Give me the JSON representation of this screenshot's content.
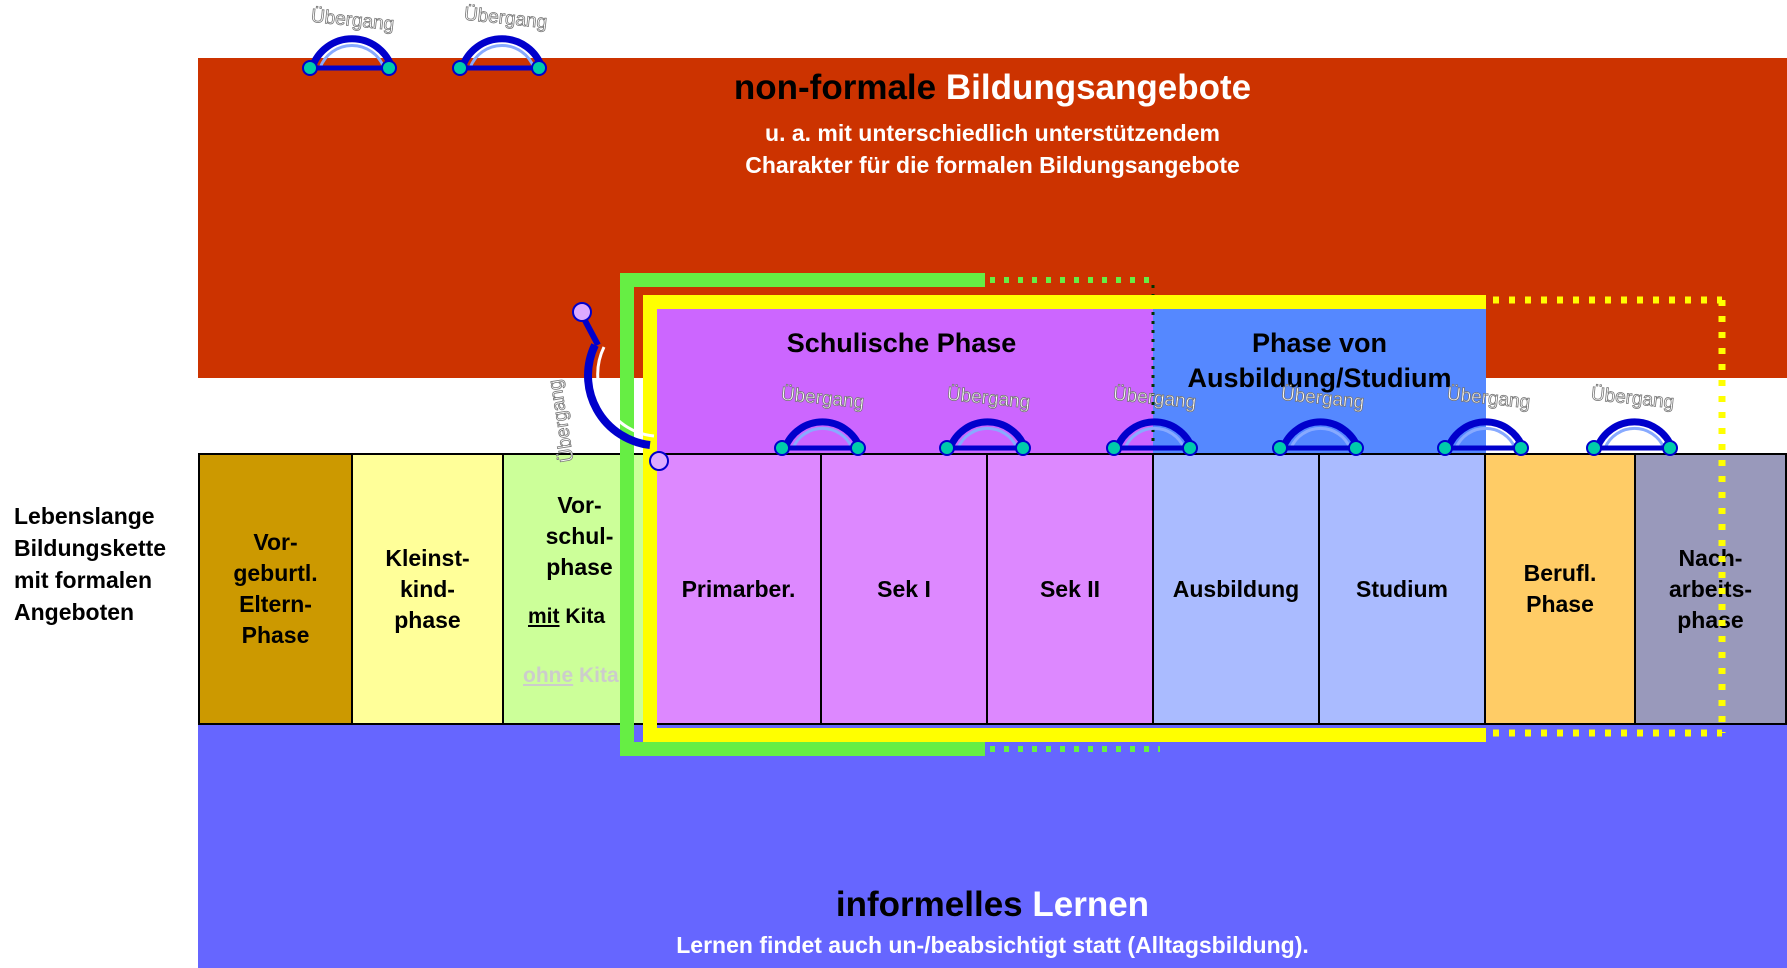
{
  "non_formal": {
    "title_a": "non-formale",
    "title_b": "Bildungsangebote",
    "sub_1": "u. a. mit unterschiedlich unterstützendem",
    "sub_2": "Charakter für die formalen Bildungsangebote"
  },
  "informal": {
    "title_a": "informelles",
    "title_b": "Lernen",
    "sub": "Lernen findet auch un-/beabsichtigt statt (Alltagsbildung)."
  },
  "chain_label": [
    "Lebenslange",
    "Bildungskette",
    "mit formalen",
    "Angeboten"
  ],
  "headers": {
    "school": "Schulische Phase",
    "training_1": "Phase von",
    "training_2": "Ausbildung/Studium"
  },
  "phases": {
    "prenatal": [
      "Vor-",
      "geburtl.",
      "Eltern-",
      "Phase"
    ],
    "toddler": [
      "Kleinst-",
      "kind-",
      "phase"
    ],
    "preschool": [
      "Vor-",
      "schul-",
      "phase"
    ],
    "preschool_mit": "mit",
    "preschool_mit_kita": " Kita",
    "preschool_ohne": "ohne",
    "preschool_ohne_kita": " Kita",
    "primary": "Primarber.",
    "sek1": "Sek I",
    "sek2": "Sek II",
    "apprenticeship": "Ausbildung",
    "study": "Studium",
    "career": [
      "Berufl.",
      "Phase"
    ],
    "postwork": [
      "Nach-",
      "arbeits-",
      "phase"
    ]
  },
  "transition_label": "Übergang",
  "colors": {
    "non_formal_band": "#cc3300",
    "informal_band": "#6666ff",
    "prenatal": "#cc9900",
    "toddler": "#ffff99",
    "preschool": "#ccff99",
    "school": "#dd88ff",
    "school_header": "#cc66ff",
    "training": "#aabbff",
    "training_header": "#5588ff",
    "career": "#ffcc66",
    "postwork": "#9999bb",
    "green_frame": "#66ee44",
    "yellow_frame": "#ffff00",
    "bridge": "#0000cc",
    "bridge_foot": "#00ccaa"
  }
}
